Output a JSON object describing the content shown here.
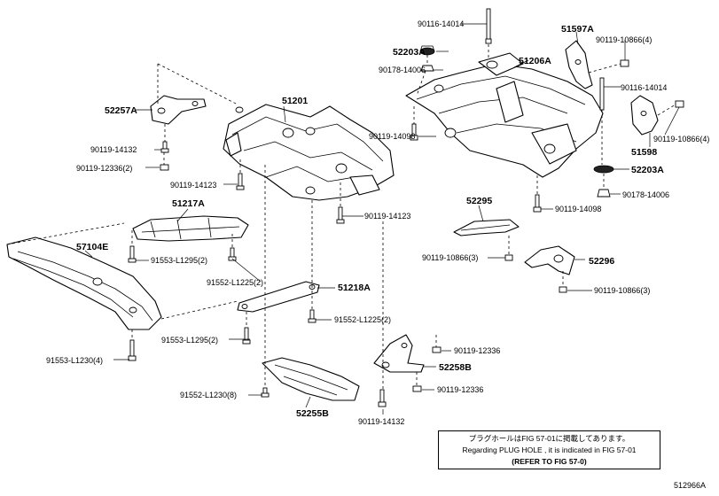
{
  "labels": {
    "p51201": "51201",
    "p51206a": "51206A",
    "p52257a": "52257A",
    "p51217a": "51217A",
    "p57104e": "57104E",
    "p51218a": "51218A",
    "p52255b": "52255B",
    "p52258b": "52258B",
    "p52295": "52295",
    "p52296": "52296",
    "p51597a": "51597A",
    "p51598": "51598",
    "p52203a_top": "52203A",
    "p52203a_right": "52203A",
    "b90116_top": "90116-14014",
    "b90116_right": "90116-14014",
    "b90119_10866_tr": "90119-10866(4)",
    "b90119_10866_r": "90119-10866(4)",
    "b90178_top": "90178-14006",
    "b90178_right": "90178-14006",
    "b90119_14098_l": "90119-14098",
    "b90119_14098_r": "90119-14098",
    "b90119_14132_l": "90119-14132",
    "b90119_14132_b": "90119-14132",
    "b90119_12336_l": "90119-12336(2)",
    "b90119_14123_a": "90119-14123",
    "b90119_14123_b": "90119-14123",
    "b91553_l1295_a": "91553-L1295(2)",
    "b91553_l1295_b": "91553-L1295(2)",
    "b91552_l1225_a": "91552-L1225(2)",
    "b91552_l1225_b": "91552-L1225(2)",
    "b91553_l1230": "91553-L1230(4)",
    "b91552_l1230": "91552-L1230(8)",
    "b90119_12336_r1": "90119-12336",
    "b90119_12336_r2": "90119-12336",
    "b90119_10866_3a": "90119-10866(3)",
    "b90119_10866_3b": "90119-10866(3)"
  },
  "note": {
    "line1": "プラグホールはFIG 57-01に掲載してあります。",
    "line2": "Regarding PLUG HOLE , it is indicated in FIG 57-01",
    "line3": "(REFER TO FIG 57-0)"
  },
  "figure_id": "512966A"
}
